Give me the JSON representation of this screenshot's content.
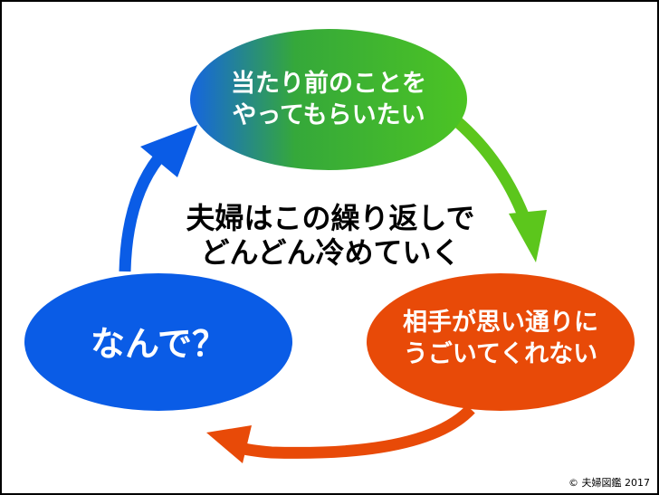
{
  "diagram": {
    "center": {
      "line1": "夫婦はこの繰り返しで",
      "line2": "どんどん冷めていく"
    },
    "nodes": [
      {
        "id": "top",
        "line1": "当たり前のことを",
        "line2": "やってもらいたい",
        "colors": [
          "#1565e0",
          "#35a83a",
          "#4cc424"
        ]
      },
      {
        "id": "right",
        "line1": "相手が思い通りに",
        "line2": "うごいてくれない",
        "color": "#e84a08"
      },
      {
        "id": "left",
        "line1": "なんで？",
        "color": "#0a5ce6"
      }
    ],
    "arrows": {
      "top_to_right": "#5cc61c",
      "right_to_left": "#e84a08",
      "left_to_top": "#0a5ce6"
    },
    "credit": "© 夫婦図鑑 2017"
  }
}
